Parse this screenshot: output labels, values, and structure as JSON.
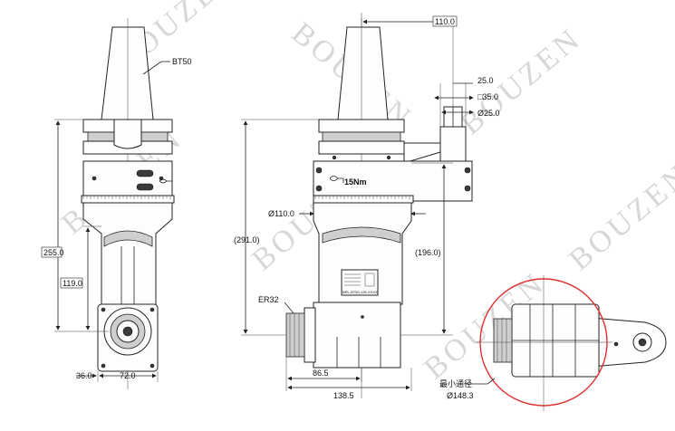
{
  "watermark": {
    "text": "BOUZEN"
  },
  "left_view": {
    "taper_label": "BT50",
    "height_overall": "255.0",
    "height_lower": "119.0",
    "width_offset": "36.0",
    "width_head": "72.0"
  },
  "side_view": {
    "top_offset": "110.0",
    "key_width": "25.0",
    "key_square": "□35.0",
    "key_diameter": "Ø25.0",
    "torque_label": "15Nm",
    "body_diameter": "Ø110.0",
    "total_height": "(291.0)",
    "lower_height": "(196.0)",
    "collet_label": "ER32",
    "plate_text": "BRL-BT50-135-XXXX",
    "width_small": "86.5",
    "width_large": "138.5"
  },
  "detail_view": {
    "label_cn": "最小通径",
    "diameter": "Ø148.3",
    "circle_color": "#e03030"
  }
}
